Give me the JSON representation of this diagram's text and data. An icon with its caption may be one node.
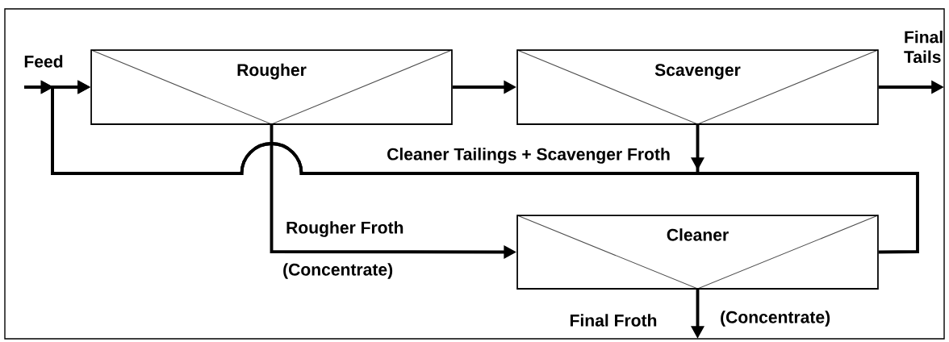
{
  "diagram": {
    "nodes": [
      {
        "text": [
          "Rougher"
        ]
      },
      {
        "text": [
          "Scavenger"
        ]
      },
      {
        "text": [
          "Cleaner"
        ]
      }
    ],
    "edges": [
      {
        "from": null,
        "to": 0,
        "arrow": "to",
        "label": "Feed"
      },
      {
        "from": 0,
        "to": 1,
        "arrow": "to"
      },
      {
        "from": 1,
        "to": null,
        "arrow": "to",
        "label": "Final Tails"
      },
      {
        "from": 0,
        "to": 2,
        "arrow": "to",
        "label": "Rougher Froth"
      },
      {
        "from": 2,
        "to": 0,
        "arrow": "to",
        "label": "Cleaner Tailings + Scavenger Froth"
      },
      {
        "from": 1,
        "to": 0,
        "arrow": "to"
      },
      {
        "from": 2,
        "to": null,
        "arrow": "to",
        "label": "Final Froth"
      }
    ],
    "labels": [
      "(Concentrate)",
      "(Concentrate)"
    ]
  }
}
